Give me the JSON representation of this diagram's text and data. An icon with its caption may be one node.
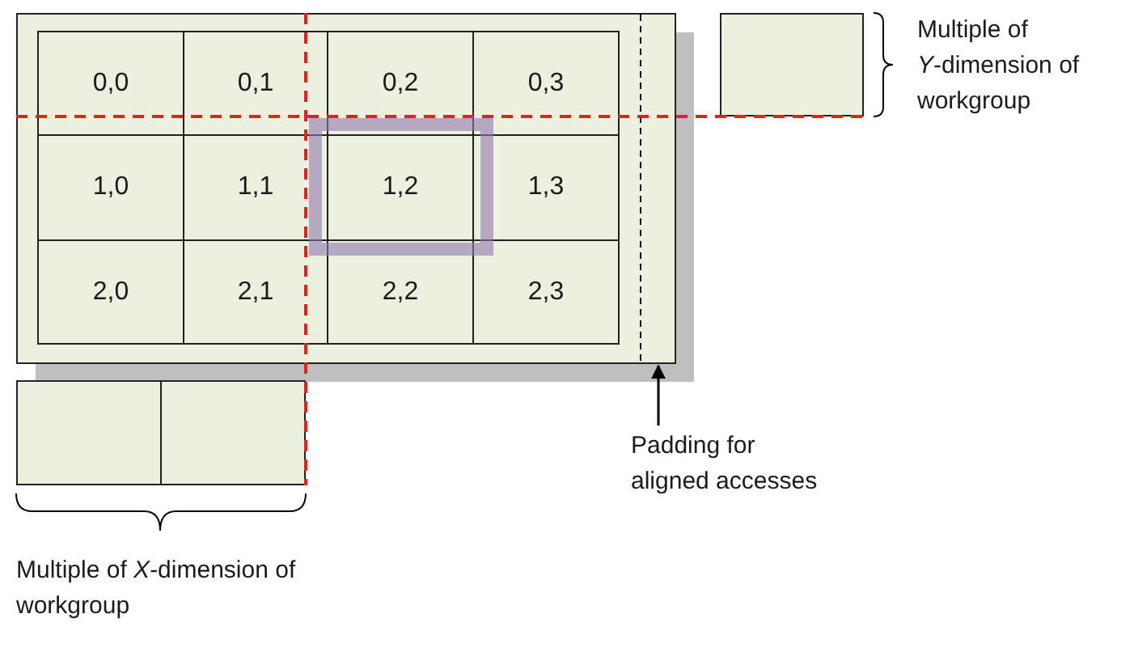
{
  "diagram": {
    "nodes": [
      {
        "text": [],
        "shape": "box"
      },
      {
        "text": [
          "0,0"
        ],
        "in": 0
      },
      {
        "text": [
          "0,1"
        ],
        "in": 0
      },
      {
        "text": [
          "0,2"
        ],
        "in": 0
      },
      {
        "text": [
          "0,3"
        ],
        "in": 0
      },
      {
        "text": [
          "1,0"
        ],
        "in": 0
      },
      {
        "text": [
          "1,1"
        ],
        "in": 0
      },
      {
        "text": [
          "1,2"
        ],
        "in": 0
      },
      {
        "text": [
          "1,3"
        ],
        "in": 0
      },
      {
        "text": [
          "2,0"
        ],
        "in": 0
      },
      {
        "text": [
          "2,1"
        ],
        "in": 0
      },
      {
        "text": [
          "2,2"
        ],
        "in": 0
      },
      {
        "text": [
          "2,3"
        ],
        "in": 0
      },
      {
        "text": [],
        "shape": "box"
      },
      {
        "text": [],
        "shape": "box"
      },
      {
        "text": [],
        "shape": "box"
      },
      {
        "text": [
          "Padding for aligned accesses"
        ]
      }
    ],
    "edges": [
      {
        "from": 16,
        "to": 0,
        "arrow": "to"
      }
    ],
    "labels": [
      "Multiple of *Y*-dimension of workgroup",
      "Multiple of *X*-dimension of workgroup"
    ]
  }
}
